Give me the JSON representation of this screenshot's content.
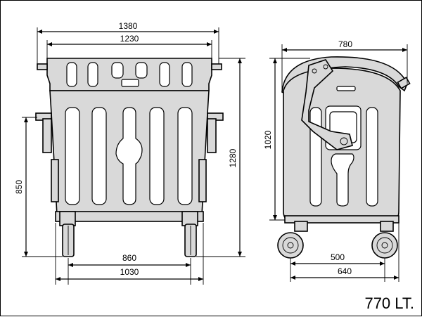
{
  "caption": "770 LT.",
  "front_view": {
    "dim_overall_width": "1380",
    "dim_body_width": "1230",
    "dim_wheelbase": "860",
    "dim_base_width": "1030",
    "dim_side_height": "850",
    "dim_total_height": "1280"
  },
  "side_view": {
    "dim_depth": "780",
    "dim_height": "1020",
    "dim_wheelbase": "500",
    "dim_base_depth": "640"
  },
  "colors": {
    "line": "#000000",
    "fill": "#d9d9d9",
    "background": "#ffffff"
  }
}
